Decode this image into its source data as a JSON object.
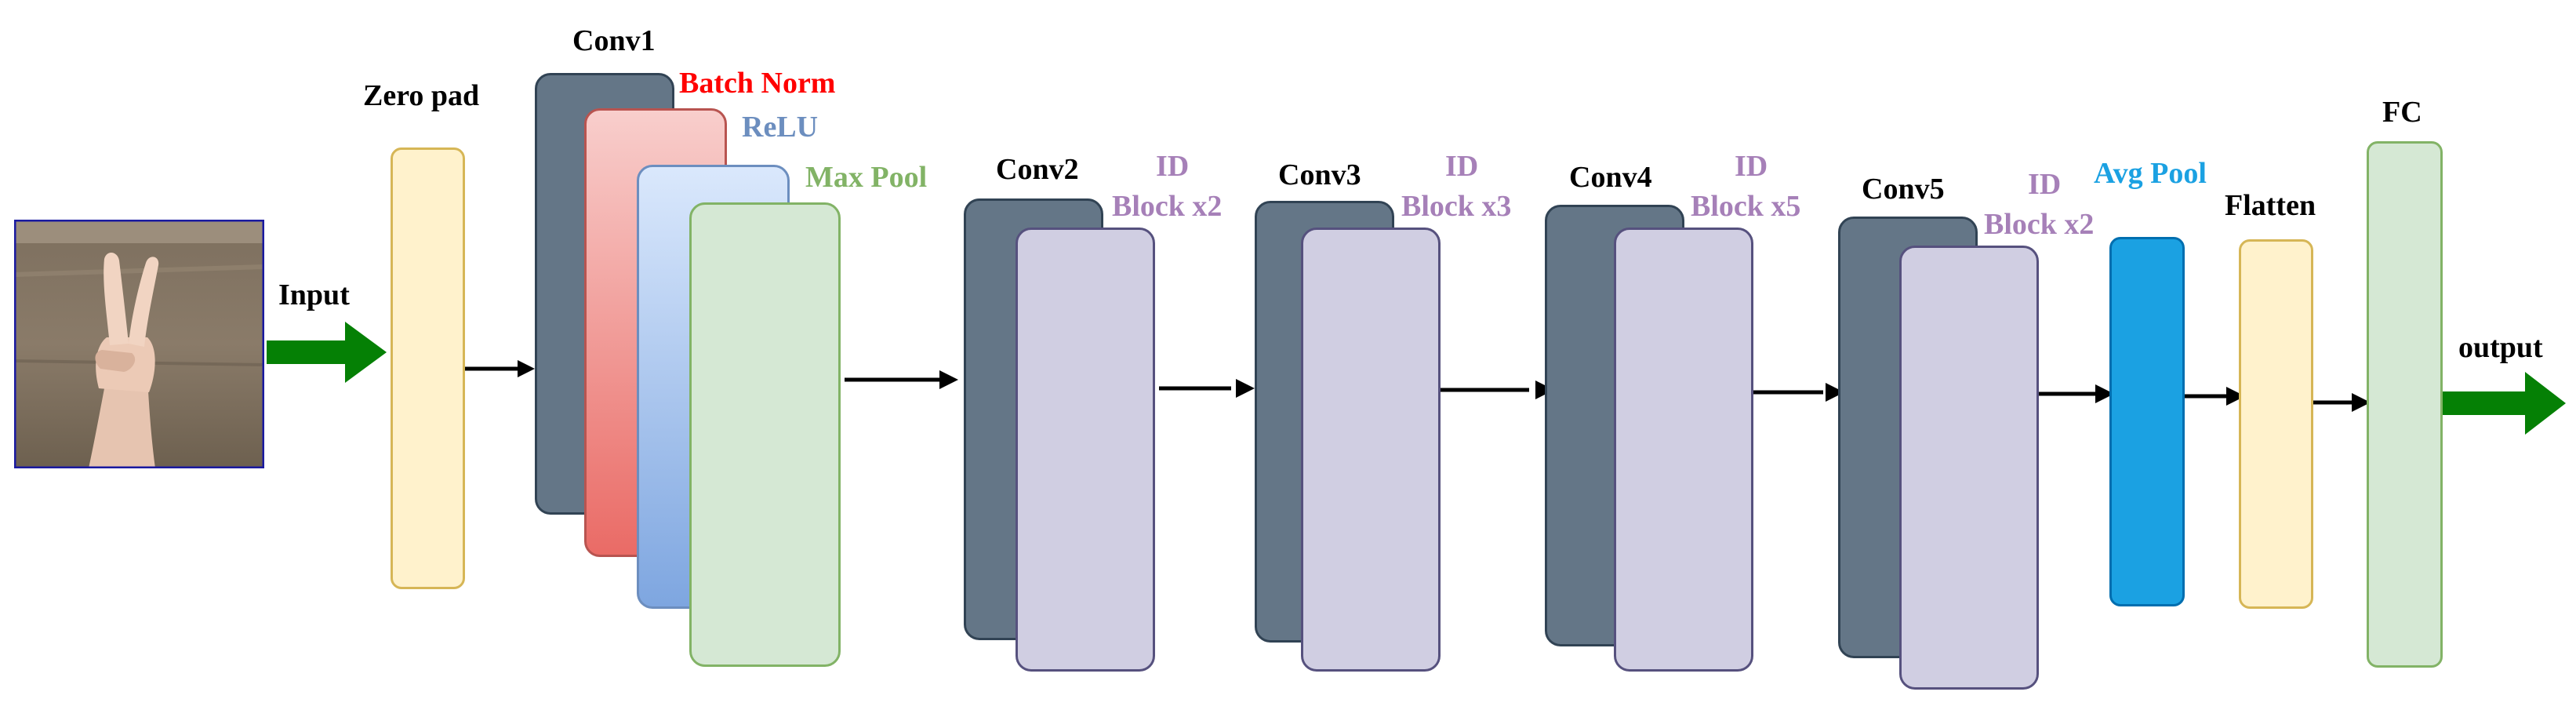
{
  "colors": {
    "input_arrow": "#058005",
    "zero_pad_fill": "#fff2cc",
    "zero_pad_border": "#d6b656",
    "conv_fill": "#647687",
    "conv_border": "#314354",
    "batchnorm_top": "#f8cecc",
    "batchnorm_bottom": "#ea6b66",
    "batchnorm_border": "#b85450",
    "relu_top": "#dae8fc",
    "relu_bottom": "#7ea6e0",
    "relu_border": "#6c8ebf",
    "green_fill": "#d5e8d4",
    "green_border": "#82b366",
    "id_fill": "#d0cee2",
    "id_border": "#56517e",
    "avgpool_fill": "#1ba1e2",
    "avgpool_border": "#006eaf",
    "label_batchnorm": "#ff0000",
    "label_relu": "#6c8ebf",
    "label_maxpool": "#82b366",
    "label_id": "#a680b8",
    "label_avgpool": "#1ba1e2"
  },
  "input_image": {
    "icon": "hand-peace-sign-photo"
  },
  "labels": {
    "input": "Input",
    "zero_pad": "Zero pad",
    "conv1": "Conv1",
    "batch_norm": "Batch Norm",
    "relu": "ReLU",
    "max_pool": "Max Pool",
    "conv2": "Conv2",
    "id_block_2": [
      "ID",
      "Block x2"
    ],
    "conv3": "Conv3",
    "id_block_3": [
      "ID",
      "Block x3"
    ],
    "conv4": "Conv4",
    "id_block_4": [
      "ID",
      "Block x5"
    ],
    "conv5": "Conv5",
    "id_block_5": [
      "ID",
      "Block x2"
    ],
    "avg_pool": "Avg Pool",
    "flatten": "Flatten",
    "fc": "FC",
    "output": "output"
  }
}
